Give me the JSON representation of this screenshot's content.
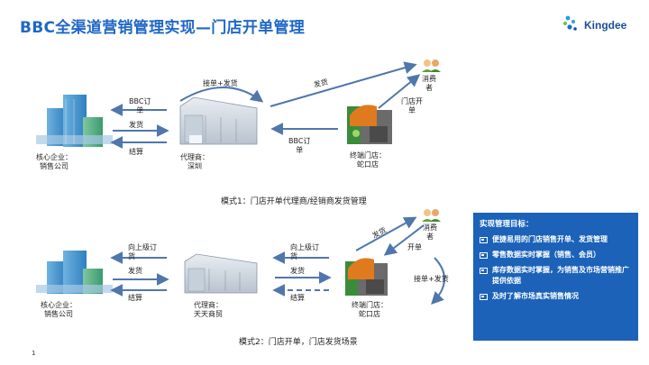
{
  "page": {
    "title": "BBC全渠道营销管理实现—门店开单管理",
    "page_number": "1"
  },
  "brand": {
    "name": "Kingdee",
    "title_color": "#1f67c6",
    "accent_color": "#1b62b8",
    "arrow_color": "#5b7fae"
  },
  "mode1": {
    "caption": "模式1：门店开单代理商/经销商发货管理",
    "core_label": "核心企业：\n销售公司",
    "agent_label": "代理商：\n深圳",
    "store_label": "终端门店：\n蛇口店",
    "consumer_label": "消费\n者",
    "arrows": {
      "bbc_order_left": "BBC订\n单",
      "ship_left": "发货",
      "settle_left": "结算",
      "receive_ship": "接单+发货",
      "ship_to_consumer": "发货",
      "bbc_order_right": "BBC订\n单",
      "store_open": "门店开\n单"
    }
  },
  "mode2": {
    "caption": "模式2：门店开单，门店发货场景",
    "core_label": "核心企业：\n销售公司",
    "agent_label": "代理商：\n天天商贸",
    "store_label": "终端门店：\n蛇口店",
    "consumer_label": "消费\n者",
    "arrows": {
      "order_up_left": "向上级订\n货",
      "ship_left": "发货",
      "settle_left": "结算",
      "order_up_right": "向上级订\n货",
      "ship_right": "发货",
      "settle_right": "结算",
      "ship_to_consumer": "发货",
      "open_order": "开单",
      "receive_ship": "接单+发货"
    }
  },
  "goals": {
    "title": "实现管理目标：",
    "items": [
      "便捷易用的门店销售开单、发货管理",
      "零售数据实时掌握（销售、会员）",
      "库存数据实时掌握，为销售及市场营销推广提供依据",
      "及时了解市场真实销售情况"
    ]
  }
}
